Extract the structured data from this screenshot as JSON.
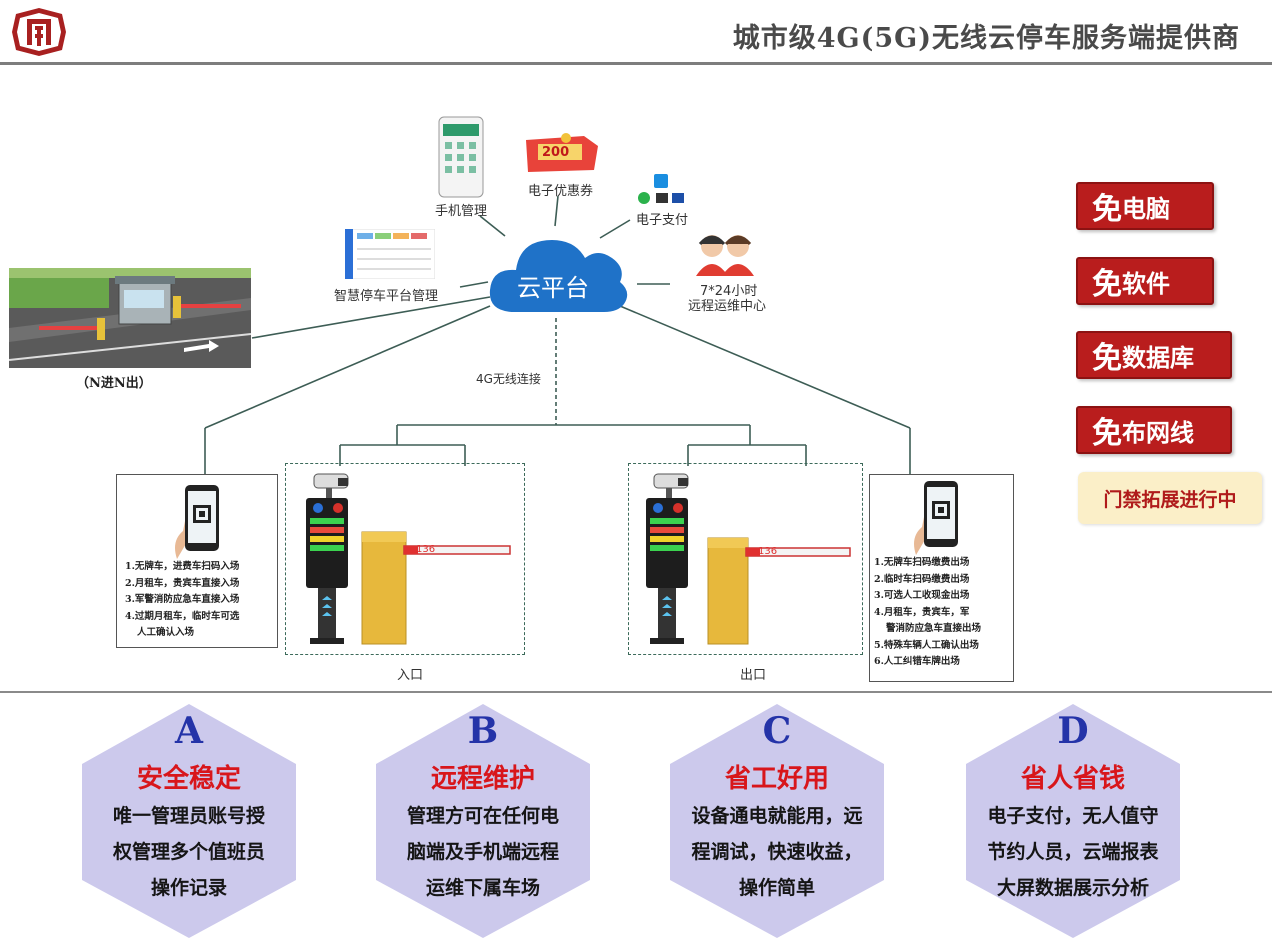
{
  "header": {
    "title": "城市级4G(5G)无线云停车服务端提供商"
  },
  "platform": {
    "cloud_label": "云平台",
    "mobile": "手机管理",
    "coupon": "电子优惠券",
    "coupon_amount": "200",
    "payment": "电子支付",
    "support": "7*24小时",
    "support_sub": "远程运维中心",
    "smart": "智慧停车平台管理",
    "connection": "4G无线连接"
  },
  "lot_caption": "（N进N出）",
  "entry": {
    "label": "入口",
    "plate_text": "136",
    "rules": [
      "1.无牌车，进费车扫码入场",
      "2.月租车，贵宾车直接入场",
      "3.军警消防应急车直接入场",
      "4.过期月租车，临时车可选",
      "人工确认入场"
    ]
  },
  "exit": {
    "label": "出口",
    "plate_text": "136",
    "rules": [
      "1.无牌车扫码缴费出场",
      "2.临时车扫码缴费出场",
      "3.可选人工收现金出场",
      "4.月租车，贵宾车，军",
      "警消防应急车直接出场",
      "5.特殊车辆人工确认出场",
      "6.人工纠错车牌出场"
    ]
  },
  "free_items": [
    {
      "big": "免",
      "small": "电脑"
    },
    {
      "big": "免",
      "small": "软件"
    },
    {
      "big": "免",
      "small": "数据库"
    },
    {
      "big": "免",
      "small": "布网线"
    }
  ],
  "access_note": "门禁拓展进行中",
  "features": [
    {
      "letter": "A",
      "title": "安全稳定",
      "lines": [
        "唯一管理员账号授",
        "权管理多个值班员",
        "操作记录"
      ]
    },
    {
      "letter": "B",
      "title": "远程维护",
      "lines": [
        "管理方可在任何电",
        "脑端及手机端远程",
        "运维下属车场"
      ]
    },
    {
      "letter": "C",
      "title": "省工好用",
      "lines": [
        "设备通电就能用，远",
        "程调试，快速收益，",
        "操作简单"
      ]
    },
    {
      "letter": "D",
      "title": "省人省钱",
      "lines": [
        "电子支付，无人值守",
        "节约人员，云端报表",
        "大屏数据展示分析"
      ]
    }
  ],
  "colors": {
    "accent_red": "#b91d1d",
    "hex_fill": "#ccc9ec",
    "cloud": "#1f72c8",
    "letter_blue": "#2433a8"
  }
}
